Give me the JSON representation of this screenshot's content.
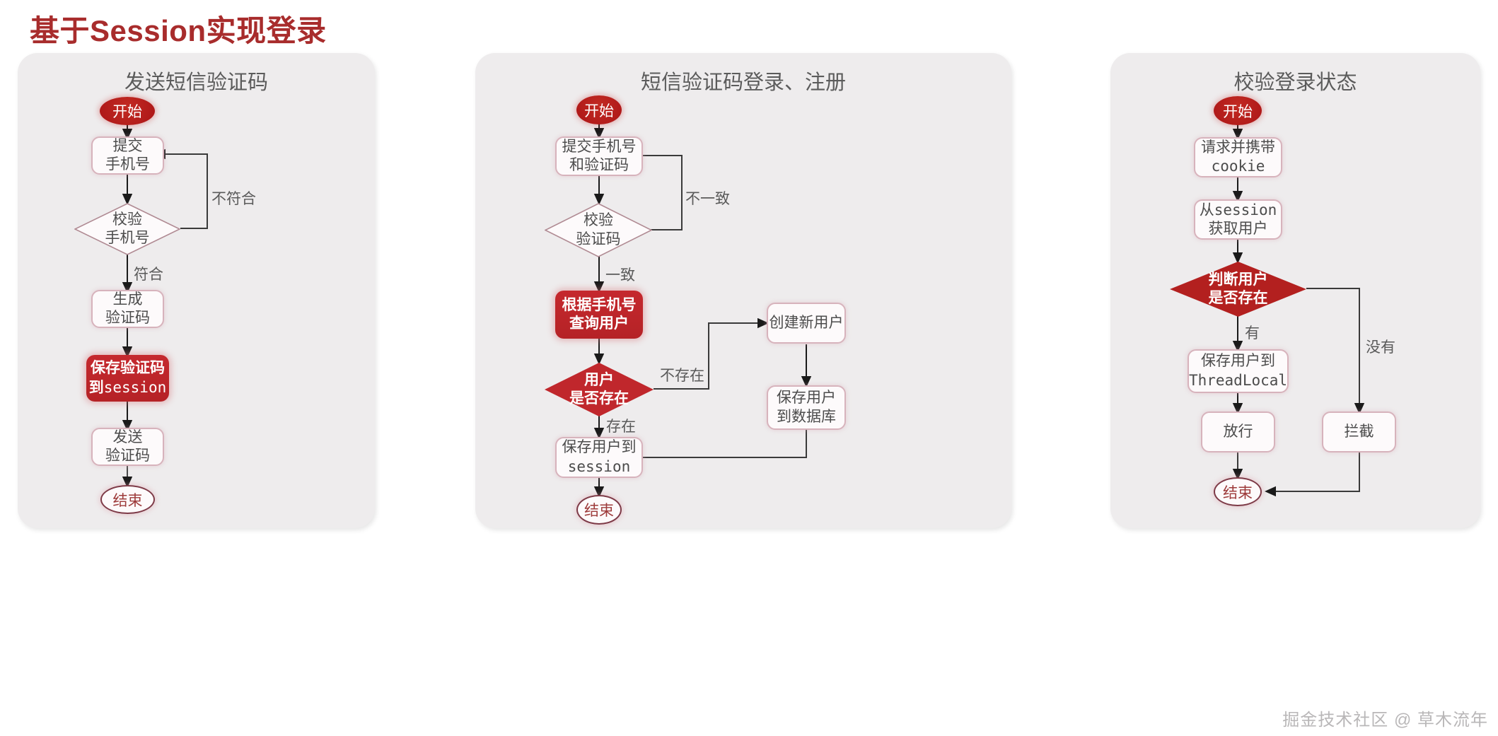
{
  "page": {
    "title": "基于Session实现登录",
    "title_color": "#a82c2c",
    "watermark": "掘金技术社区 @ 草木流年",
    "background": "#ffffff",
    "panel_background": "#eeeced",
    "accent_red": "#c0272c",
    "start_node_color": "#b3191b",
    "process_border": "#d7b3bc"
  },
  "panels": [
    {
      "id": "send-sms-code",
      "title": "发送短信验证码",
      "nodes": [
        {
          "id": "start",
          "type": "terminator-start",
          "label": "开始"
        },
        {
          "id": "submit-phone",
          "type": "process",
          "label": "提交\n手机号"
        },
        {
          "id": "check-phone",
          "type": "decision",
          "label": "校验\n手机号"
        },
        {
          "id": "gen-code",
          "type": "process",
          "label": "生成\n验证码"
        },
        {
          "id": "save-code-session",
          "type": "process-highlight",
          "label": "保存验证码\n到session"
        },
        {
          "id": "send-code",
          "type": "process",
          "label": "发送\n验证码"
        },
        {
          "id": "end",
          "type": "terminator-end",
          "label": "结束"
        }
      ],
      "edge_labels": [
        {
          "id": "not-match",
          "text": "不符合"
        },
        {
          "id": "match",
          "text": "符合"
        }
      ]
    },
    {
      "id": "sms-login-register",
      "title": "短信验证码登录、注册",
      "nodes": [
        {
          "id": "start",
          "type": "terminator-start",
          "label": "开始"
        },
        {
          "id": "submit-phone-code",
          "type": "process",
          "label": "提交手机号\n和验证码"
        },
        {
          "id": "check-code",
          "type": "decision",
          "label": "校验\n验证码"
        },
        {
          "id": "query-user",
          "type": "process-highlight",
          "label": "根据手机号\n查询用户"
        },
        {
          "id": "user-exists",
          "type": "decision-filled",
          "label": "用户\n是否存在"
        },
        {
          "id": "create-user",
          "type": "process",
          "label": "创建新用户"
        },
        {
          "id": "save-user-db",
          "type": "process",
          "label": "保存用户\n到数据库"
        },
        {
          "id": "save-user-session",
          "type": "process",
          "label": "保存用户到\nsession"
        },
        {
          "id": "end",
          "type": "terminator-end",
          "label": "结束"
        }
      ],
      "edge_labels": [
        {
          "id": "mismatch",
          "text": "不一致"
        },
        {
          "id": "match",
          "text": "一致"
        },
        {
          "id": "not-exists",
          "text": "不存在"
        },
        {
          "id": "exists",
          "text": "存在"
        }
      ]
    },
    {
      "id": "check-login-state",
      "title": "校验登录状态",
      "nodes": [
        {
          "id": "start",
          "type": "terminator-start",
          "label": "开始"
        },
        {
          "id": "request-cookie",
          "type": "process",
          "label": "请求并携带\ncookie"
        },
        {
          "id": "get-user-session",
          "type": "process",
          "label": "从session\n获取用户"
        },
        {
          "id": "judge-user",
          "type": "decision-filled",
          "label": "判断用户\n是否存在"
        },
        {
          "id": "save-threadlocal",
          "type": "process",
          "label": "保存用户到\nThreadLocal"
        },
        {
          "id": "pass",
          "type": "process",
          "label": "放行"
        },
        {
          "id": "block",
          "type": "process",
          "label": "拦截"
        },
        {
          "id": "end",
          "type": "terminator-end",
          "label": "结束"
        }
      ],
      "edge_labels": [
        {
          "id": "has",
          "text": "有"
        },
        {
          "id": "has-not",
          "text": "没有"
        }
      ]
    }
  ]
}
